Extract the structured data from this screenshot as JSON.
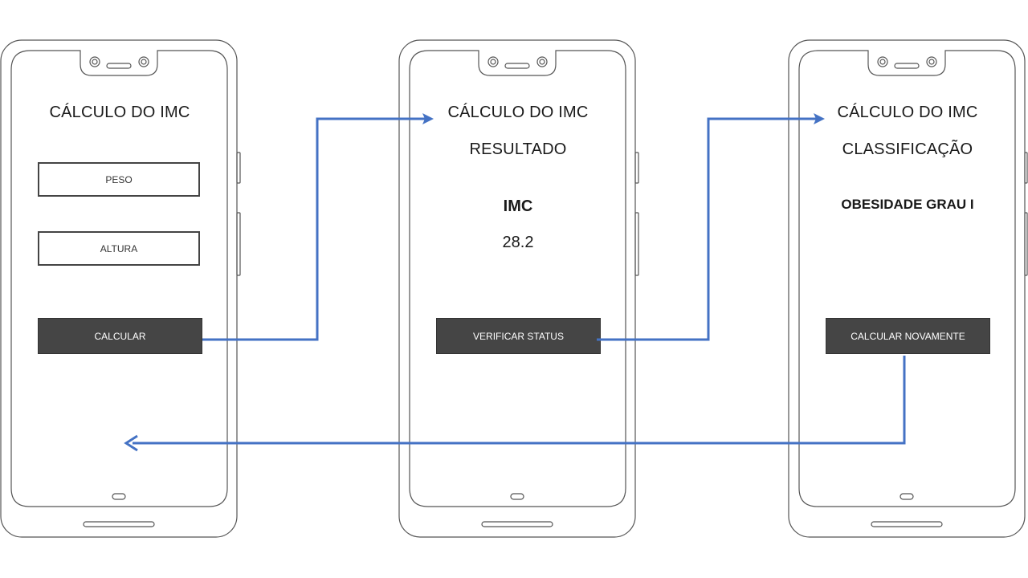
{
  "colors": {
    "arrow": "#4472C4",
    "button_bg": "#454545",
    "button_text": "#FFFFFF",
    "outline": "#555555"
  },
  "screens": [
    {
      "title": "CÁLCULO DO IMC",
      "fields": [
        {
          "placeholder": "PESO"
        },
        {
          "placeholder": "ALTURA"
        }
      ],
      "button_label": "CALCULAR"
    },
    {
      "title": "CÁLCULO DO IMC",
      "subtitle": "RESULTADO",
      "result_label": "IMC",
      "result_value": "28.2",
      "button_label": "VERIFICAR STATUS"
    },
    {
      "title": "CÁLCULO DO IMC",
      "subtitle": "CLASSIFICAÇÃO",
      "classification": "OBESIDADE GRAU I",
      "button_label": "CALCULAR NOVAMENTE"
    }
  ],
  "flows": [
    {
      "from": "CALCULAR",
      "to": "RESULTADO"
    },
    {
      "from": "VERIFICAR STATUS",
      "to": "CLASSIFICAÇÃO"
    },
    {
      "from": "CALCULAR NOVAMENTE",
      "to": "CÁLCULO DO IMC"
    }
  ]
}
